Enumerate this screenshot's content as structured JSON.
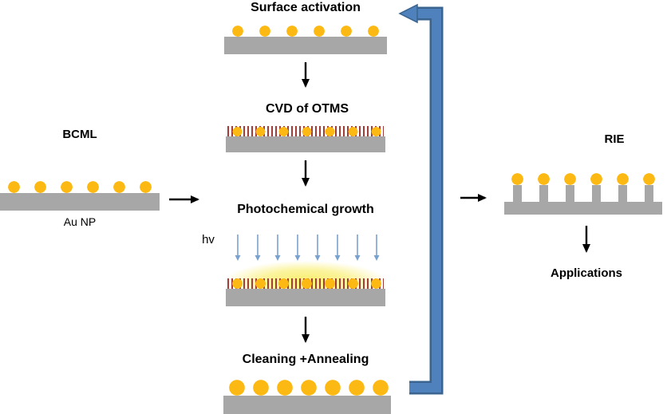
{
  "labels": {
    "bcml": "BCML",
    "au_np": "Au NP",
    "surface_activation": "Surface activation",
    "cvd_otms": "CVD of OTMS",
    "photochemical_growth": "Photochemical growth",
    "hv": "hv",
    "cleaning_annealing": "Cleaning +Annealing",
    "rie": "RIE",
    "applications": "Applications"
  },
  "colors": {
    "substrate": "#a7a7a7",
    "gold": "#fdb913",
    "brush": "#a33c36",
    "loop-blue": "#4f81bd",
    "loop-border": "#3a648f",
    "light-blue": "#7ba2cf",
    "glow": "#fbf49e",
    "glow-core": "#f8ee6e"
  }
}
